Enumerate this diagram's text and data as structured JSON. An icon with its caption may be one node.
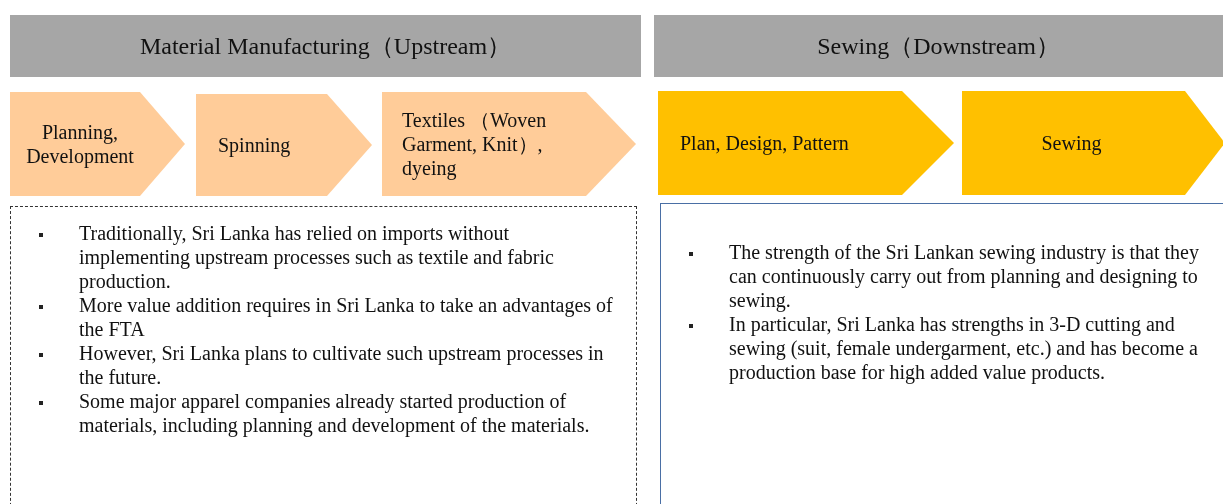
{
  "diagram": {
    "nodes": [
      {
        "text": [
          "Material Manufacturing（Upstream）"
        ]
      },
      {
        "text": [
          "Sewing（Downstream）"
        ]
      },
      {
        "text": [
          "Planning, Development"
        ]
      },
      {
        "text": [
          "Spinning"
        ]
      },
      {
        "text": [
          "Textiles （Woven Garment, Knit）, dyeing"
        ]
      },
      {
        "text": [
          "Plan, Design, Pattern"
        ]
      },
      {
        "text": [
          "Sewing"
        ]
      },
      {
        "text": [
          "Traditionally, Sri Lanka has relied on imports without implementing upstream processes such as textile and fabric production.",
          "More value addition requires in Sri Lanka to take an advantages of the FTA",
          "However, Sri Lanka plans to cultivate such upstream processes in the future.",
          "Some major apparel companies already started production of materials, including planning and development of the materials."
        ]
      },
      {
        "text": [
          "The strength of the Sri Lankan sewing industry is that they can continuously carry out from planning and designing to sewing.",
          "In particular, Sri Lanka has strengths in 3-D cutting and sewing (suit, female undergarment, etc.) and has become a production base for high added value products."
        ]
      }
    ]
  }
}
